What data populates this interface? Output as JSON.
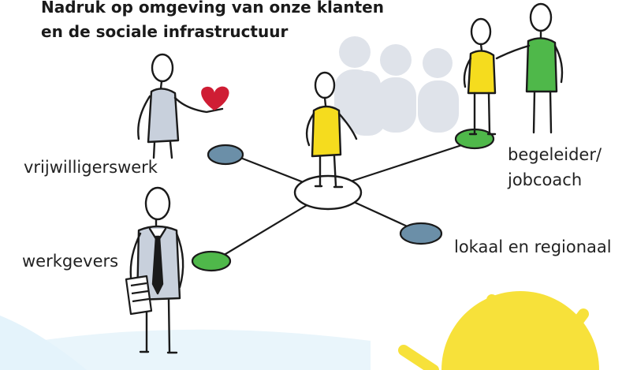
{
  "title": {
    "line1": "Nadruk op omgeving van onze klanten",
    "line2": "en de sociale infrastructuur"
  },
  "labels": {
    "volunteer": "vrijwilligerswerk",
    "coach_line1": "begeleider/",
    "coach_line2": "jobcoach",
    "local": "lokaal en regionaal",
    "employers": "werkgevers"
  },
  "colors": {
    "yellow": "#f5dc1e",
    "green": "#4fb84a",
    "blue_node": "#6b8fa8",
    "gray_body": "#c8d0dc",
    "crowd": "#dfe3ea",
    "heart": "#cf1d34",
    "sun": "#f7e13a",
    "light_blue": "#e4f3fb"
  }
}
